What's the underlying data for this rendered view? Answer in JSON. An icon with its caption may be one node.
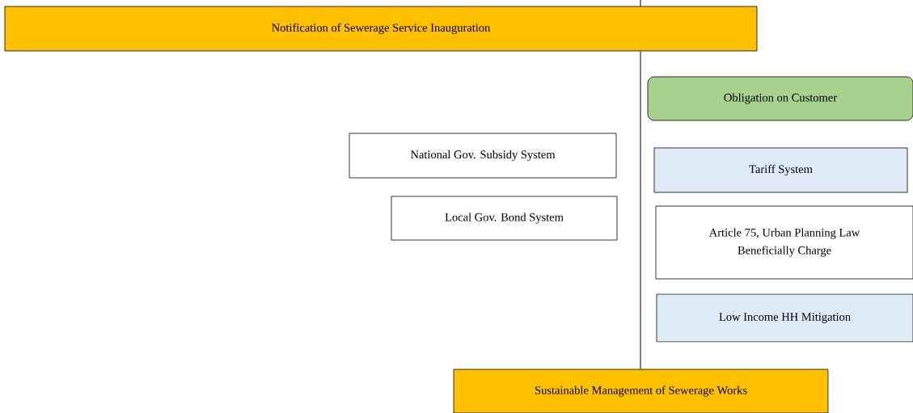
{
  "diagram": {
    "nodes": [
      {
        "text": [
          "Notification of Sewerage Service Inauguration"
        ]
      },
      {
        "text": [
          "Obligation on Customer"
        ]
      },
      {
        "text": [
          "National Gov. Subsidy System"
        ]
      },
      {
        "text": [
          "Local Gov. Bond System"
        ]
      },
      {
        "text": [
          "Tariff System"
        ]
      },
      {
        "text": [
          "Article 75, Urban Planning Law",
          "Beneficially Charge"
        ]
      },
      {
        "text": [
          "Low Income HH Mitigation"
        ]
      },
      {
        "text": [
          "Sustainable Management of Sewerage Works"
        ]
      }
    ],
    "edges": [
      {
        "from": 0,
        "to": 7,
        "arrow": "none"
      }
    ]
  }
}
